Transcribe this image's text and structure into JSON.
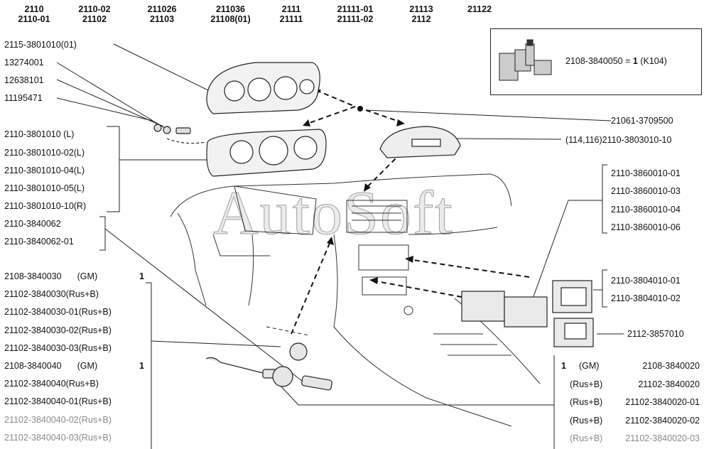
{
  "header": {
    "models": [
      {
        "top": "2110",
        "bottom": "2110-01"
      },
      {
        "top": "2110-02",
        "bottom": "21102"
      },
      {
        "top": "211026",
        "bottom": "21103"
      },
      {
        "top": "211036",
        "bottom": "21108(01)"
      },
      {
        "top": "2111",
        "bottom": "21111"
      },
      {
        "top": "21111-01",
        "bottom": "21111-02"
      },
      {
        "top": "21113",
        "bottom": "2112"
      },
      {
        "top": "21122",
        "bottom": ""
      }
    ]
  },
  "kit": {
    "part": "2108-3840050 = ",
    "qty": "1",
    "note": " (K104)"
  },
  "watermark": "AutoSoft",
  "left_top": [
    "2115-3801010(01)",
    "13274001",
    "12638101",
    "11195471"
  ],
  "cluster_group": [
    "2110-3801010  (L)",
    "2110-3801010-02(L)",
    "2110-3801010-04(L)",
    "2110-3801010-05(L)",
    "2110-3801010-10(R)"
  ],
  "sensor_group": [
    "2110-3840062",
    "2110-3840062-01"
  ],
  "switch_group": [
    {
      "code": "2108-3840030",
      "var": "(GM)",
      "qty": "1",
      "faded": false
    },
    {
      "code": "21102-3840030",
      "var": "(Rus+B)",
      "qty": "",
      "faded": false
    },
    {
      "code": "21102-3840030-01",
      "var": "(Rus+B)",
      "qty": "",
      "faded": false
    },
    {
      "code": "21102-3840030-02",
      "var": "(Rus+B)",
      "qty": "",
      "faded": false
    },
    {
      "code": "21102-3840030-03",
      "var": "(Rus+B)",
      "qty": "",
      "faded": false
    },
    {
      "code": "2108-3840040",
      "var": "(GM)",
      "qty": "1",
      "faded": false
    },
    {
      "code": "21102-3840040",
      "var": "(Rus+B)",
      "qty": "",
      "faded": false
    },
    {
      "code": "21102-3840040-01",
      "var": "(Rus+B)",
      "qty": "",
      "faded": false
    },
    {
      "code": "21102-3840040-02",
      "var": "(Rus+B)",
      "qty": "",
      "faded": true
    },
    {
      "code": "21102-3840040-03",
      "var": "(Rus+B)",
      "qty": "",
      "faded": true
    }
  ],
  "right_top": [
    "21061-3709500",
    "(114,116)2110-3803010-10"
  ],
  "right_clock": [
    "2110-3860010-01",
    "2110-3860010-03",
    "2110-3860010-04",
    "2110-3860010-06"
  ],
  "right_unit": [
    "2110-3804010-01",
    "2110-3804010-02"
  ],
  "right_single": "2112-3857010",
  "right_bottom": [
    {
      "qty": "1",
      "var": "(GM)",
      "code": "2108-3840020",
      "faded": false
    },
    {
      "qty": "",
      "var": "(Rus+B)",
      "code": "21102-3840020",
      "faded": false
    },
    {
      "qty": "",
      "var": "(Rus+B)",
      "code": "21102-3840020-01",
      "faded": false
    },
    {
      "qty": "",
      "var": "(Rus+B)",
      "code": "21102-3840020-02",
      "faded": false
    },
    {
      "qty": "",
      "var": "(Rus+B)",
      "code": "21102-3840020-03",
      "faded": true
    }
  ]
}
